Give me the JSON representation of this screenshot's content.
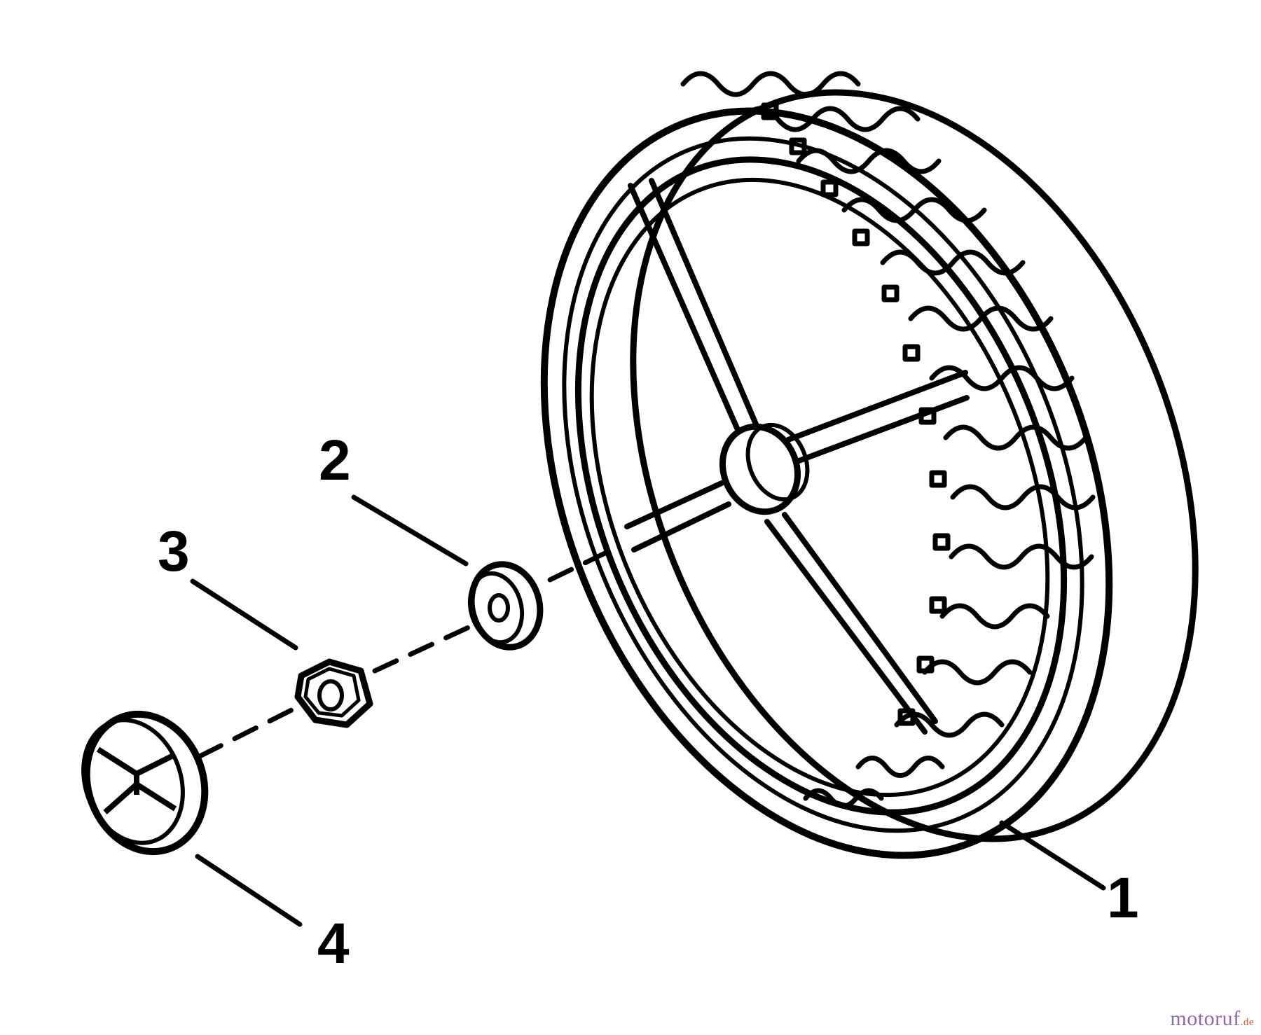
{
  "callouts": [
    {
      "number": "1",
      "part": "wheel-tire"
    },
    {
      "number": "2",
      "part": "spacer-washer"
    },
    {
      "number": "3",
      "part": "hex-nut"
    },
    {
      "number": "4",
      "part": "hub-cap"
    }
  ],
  "watermark": {
    "main": "motoruf",
    "tld": ".de"
  },
  "colors": {
    "ink": "#000000",
    "background": "#ffffff",
    "watermark_main": "#8d6aa8",
    "watermark_tld": "#d35a2a"
  }
}
